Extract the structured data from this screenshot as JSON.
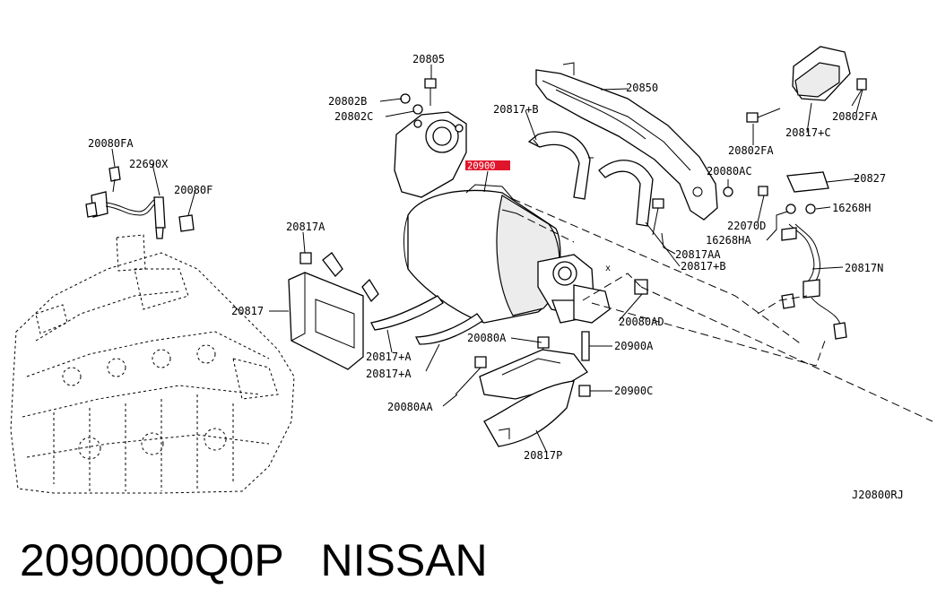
{
  "labels": {
    "p20805": "20805",
    "p20802B": "20802B",
    "p20802C": "20802C",
    "p20850": "20850",
    "p20817B_top": "20817+B",
    "p20900_hl": "20900",
    "p20080FA": "20080FA",
    "p22690X": "22690X",
    "p20080F": "20080F",
    "p20802FA_l": "20802FA",
    "p20817C": "20817+C",
    "p20802FA_r": "20802FA",
    "p20080AC": "20080AC",
    "p20827": "20827",
    "p22070D": "22070D",
    "p16268H": "16268H",
    "p16268HA": "16268HA",
    "p20817A": "20817A",
    "p20817AA": "20817AA",
    "p20817B_mid": "20817+B",
    "p20817N": "20817N",
    "p20817": "20817",
    "p20080AD": "20080AD",
    "p20817A_1": "20817+A",
    "p20817A_2": "20817+A",
    "p20080A": "20080A",
    "p20900A": "20900A",
    "p20900C": "20900C",
    "p20080AA": "20080AA",
    "p20817P": "20817P",
    "ref": "J20800RJ"
  },
  "caption": {
    "part_number": "2090000Q0P",
    "brand": "NISSAN"
  },
  "colors": {
    "highlight": "#e0142a",
    "ink": "#000000"
  }
}
